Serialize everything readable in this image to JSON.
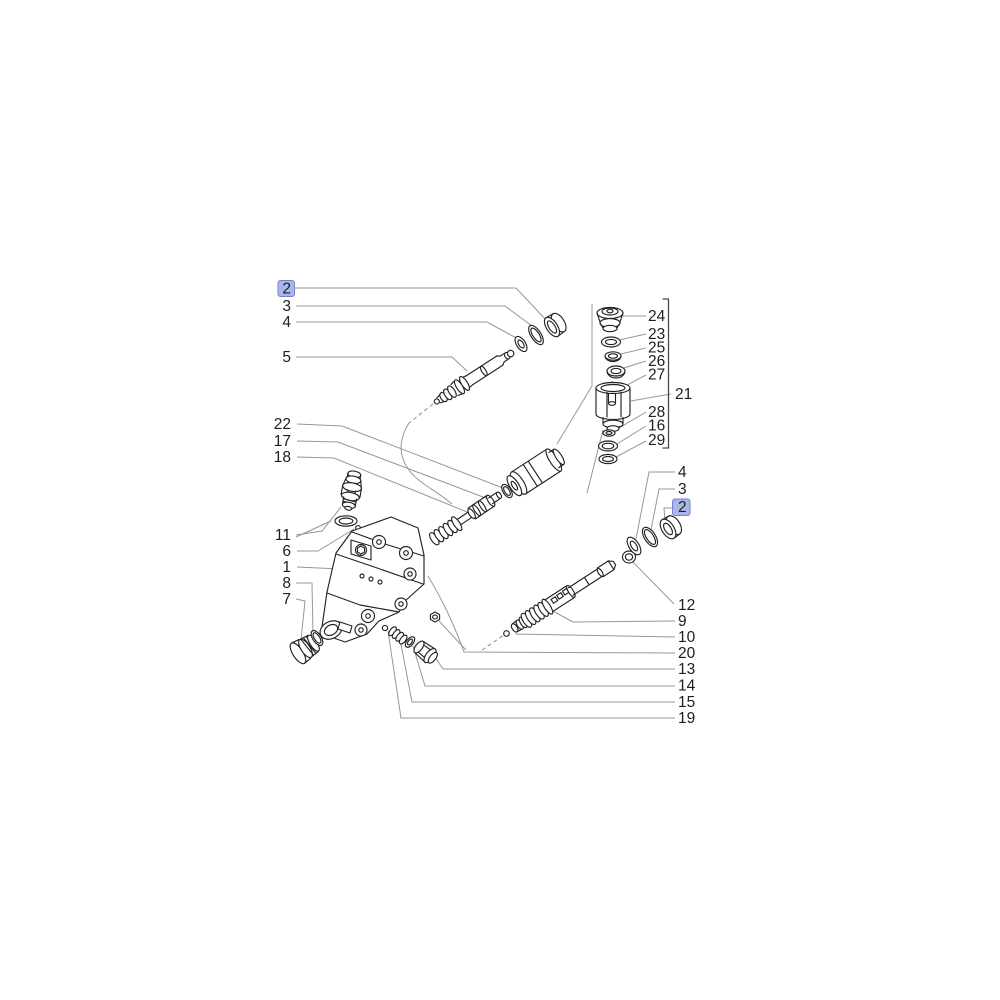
{
  "colors": {
    "background": "#ffffff",
    "ink": "#232323",
    "leader_line": "#979797",
    "highlight_fill": "#a9b6e8",
    "highlight_stroke": "#7381cf"
  },
  "callouts": {
    "left": [
      {
        "label": "2",
        "highlighted": true
      },
      {
        "label": "3",
        "highlighted": false
      },
      {
        "label": "4",
        "highlighted": false
      },
      {
        "label": "5",
        "highlighted": false
      },
      {
        "label": "22",
        "highlighted": false
      },
      {
        "label": "17",
        "highlighted": false
      },
      {
        "label": "18",
        "highlighted": false
      },
      {
        "label": "11",
        "highlighted": false
      },
      {
        "label": "6",
        "highlighted": false
      },
      {
        "label": "1",
        "highlighted": false
      },
      {
        "label": "8",
        "highlighted": false
      },
      {
        "label": "7",
        "highlighted": false
      }
    ],
    "stack": [
      {
        "label": "24"
      },
      {
        "label": "23"
      },
      {
        "label": "25"
      },
      {
        "label": "26"
      },
      {
        "label": "27"
      },
      {
        "label": "21"
      },
      {
        "label": "28"
      },
      {
        "label": "16"
      },
      {
        "label": "29"
      }
    ],
    "right_seals": [
      {
        "label": "4",
        "highlighted": false
      },
      {
        "label": "3",
        "highlighted": false
      },
      {
        "label": "2",
        "highlighted": true
      }
    ],
    "bottom_right": [
      {
        "label": "12"
      },
      {
        "label": "9"
      },
      {
        "label": "10"
      },
      {
        "label": "20"
      },
      {
        "label": "13"
      },
      {
        "label": "14"
      },
      {
        "label": "15"
      },
      {
        "label": "19"
      }
    ]
  }
}
